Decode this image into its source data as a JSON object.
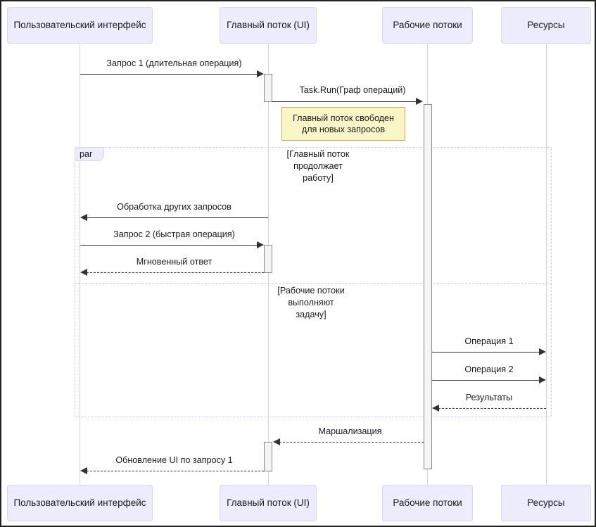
{
  "diagram": {
    "title": "Sequence diagram: UI responsiveness with Task.Run",
    "colors": {
      "participant_fill": "#ececfd",
      "participant_border": "#d6d6f5",
      "lifeline": "#cfcff0",
      "activation_fill": "#f4f4f4",
      "activation_border": "#8a8a8a",
      "note_fill": "#fbf6c8",
      "note_border": "#bfae54",
      "arrow": "#333333",
      "fragment_border": "#c8c8f0",
      "canvas_border": "#222222"
    }
  },
  "participants": [
    {
      "id": "ui",
      "label": "Пользовательский интерфейс"
    },
    {
      "id": "main",
      "label": "Главный поток (UI)"
    },
    {
      "id": "workers",
      "label": "Рабочие потоки"
    },
    {
      "id": "resources",
      "label": "Ресурсы"
    }
  ],
  "messages": [
    {
      "id": "m1",
      "label": "Запрос 1 (длительная операция)",
      "from": "ui",
      "to": "main",
      "style": "solid",
      "direction": "right"
    },
    {
      "id": "m2",
      "label": "Task.Run(Граф операций)",
      "from": "main",
      "to": "workers",
      "style": "solid",
      "direction": "right"
    },
    {
      "id": "m3",
      "label": "Обработка других запросов",
      "from": "main",
      "to": "ui",
      "style": "solid",
      "direction": "left"
    },
    {
      "id": "m4",
      "label": "Запрос 2 (быстрая операция)",
      "from": "ui",
      "to": "main",
      "style": "solid",
      "direction": "right"
    },
    {
      "id": "m5",
      "label": "Мгновенный ответ",
      "from": "main",
      "to": "ui",
      "style": "dashed",
      "direction": "left"
    },
    {
      "id": "m6",
      "label": "Операция 1",
      "from": "workers",
      "to": "resources",
      "style": "solid",
      "direction": "right"
    },
    {
      "id": "m7",
      "label": "Операция 2",
      "from": "workers",
      "to": "resources",
      "style": "solid",
      "direction": "right"
    },
    {
      "id": "m8",
      "label": "Результаты",
      "from": "resources",
      "to": "workers",
      "style": "dashed",
      "direction": "left"
    },
    {
      "id": "m9",
      "label": "Маршализация",
      "from": "workers",
      "to": "main",
      "style": "dashed",
      "direction": "left"
    },
    {
      "id": "m10",
      "label": "Обновление UI по запросу 1",
      "from": "main",
      "to": "ui",
      "style": "dashed",
      "direction": "left"
    }
  ],
  "notes": [
    {
      "id": "n1",
      "line1": "Главный поток свободен",
      "line2": "для новых запросов",
      "text": "Главный поток свободен для новых запросов"
    }
  ],
  "fragment": {
    "operator": "par",
    "conditions": [
      {
        "id": "c1",
        "line1": "[Главный поток",
        "line2": "продолжает",
        "line3": "работу]",
        "text": "[Главный поток продолжает работу]"
      },
      {
        "id": "c2",
        "line1": "[Рабочие потоки",
        "line2": "выполняют",
        "line3": "задачу]",
        "text": "[Рабочие потоки выполняют задачу]"
      }
    ]
  }
}
